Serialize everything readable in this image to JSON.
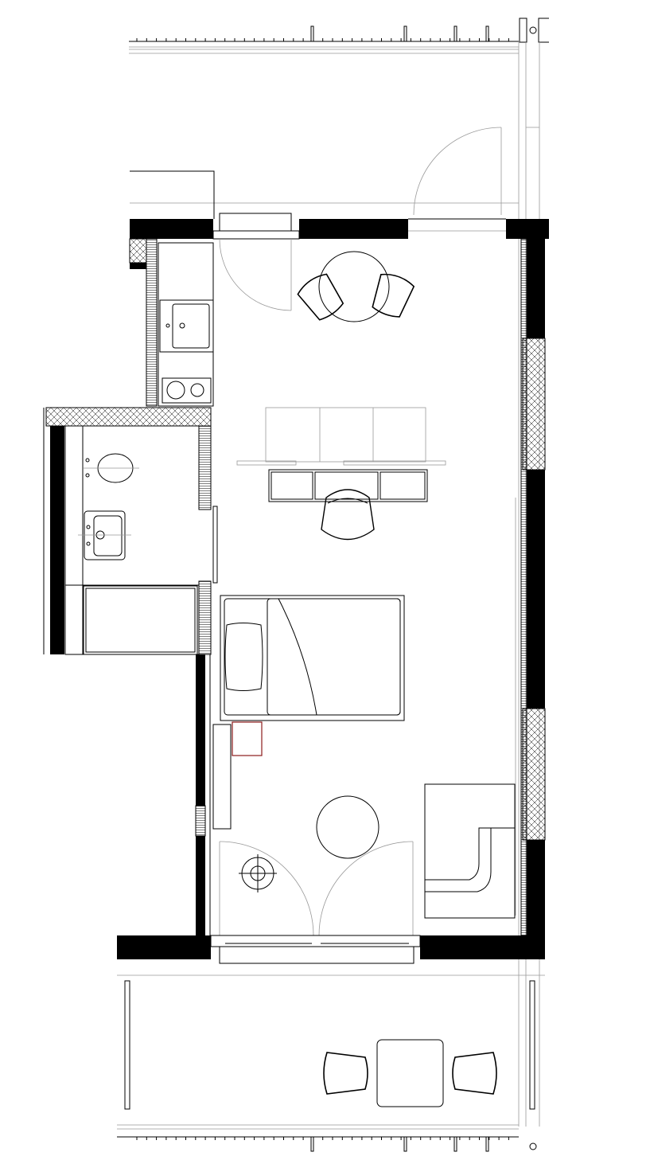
{
  "plan": {
    "colors": {
      "wall": "#000000",
      "line": "#000000",
      "thin_line": "#999999",
      "nightstand": "#8b1a1a",
      "background": "#ffffff"
    },
    "rooms": [
      "corridor",
      "kitchenette",
      "bathroom",
      "living-sleeping-room",
      "balcony"
    ]
  }
}
